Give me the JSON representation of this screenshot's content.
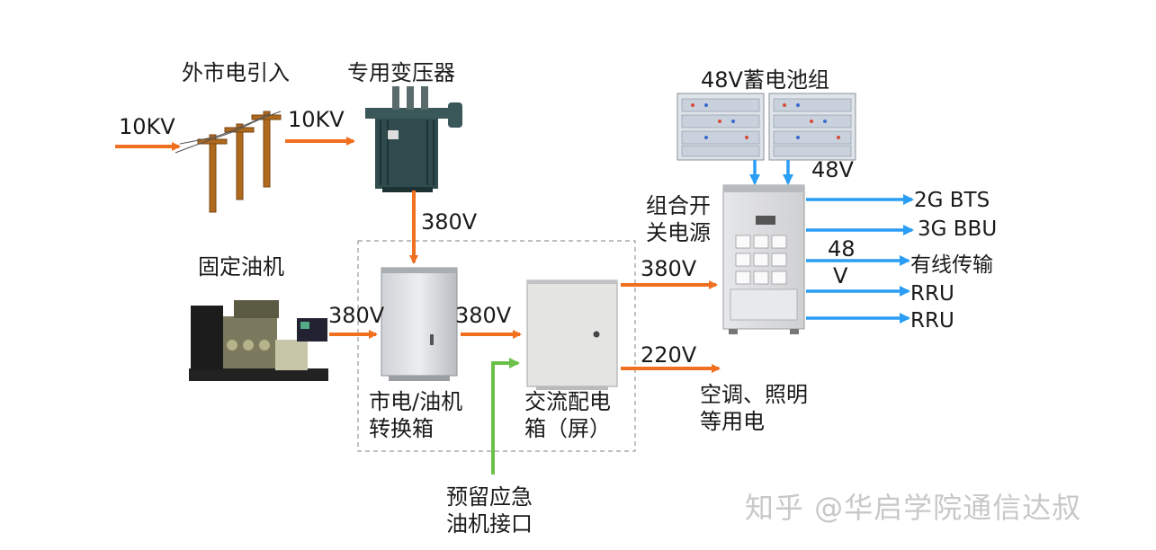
{
  "title": "",
  "colors": {
    "power_arrow": "#f07020",
    "dc_arrow": "#2a9df4",
    "emergency_arrow": "#6cc04a",
    "dashed_box": "#999999"
  },
  "nodes": {
    "utility_in": "外市电引入",
    "transformer": "专用变压器",
    "battery": "48V蓄电池组",
    "rectifier_line1": "组合开",
    "rectifier_line2": "关电源",
    "generator": "固定油机",
    "switch_box_line1": "市电/油机",
    "switch_box_line2": "转换箱",
    "ac_box_line1": "交流配电",
    "ac_box_line2": "箱（屏）",
    "emergency_line1": "预留应急",
    "emergency_line2": "油机接口",
    "ac_load_line1": "空调、照明",
    "ac_load_line2": "等用电"
  },
  "edges": {
    "in_10kv": "10KV",
    "pole_to_transformer": "10KV",
    "transformer_down": "380V",
    "generator_out": "380V",
    "switch_to_ac": "380V",
    "ac_to_rectifier": "380V",
    "ac_to_loads": "220V",
    "battery_dc": "48V",
    "rectifier_dc_a": "48",
    "rectifier_dc_b": "V"
  },
  "outputs": [
    "2G BTS",
    "3G BBU",
    "有线传输",
    "RRU",
    "RRU"
  ],
  "watermark": "知乎 @华启学院通信达叔",
  "icons": [
    "utility-pole-icon",
    "transformer-icon",
    "battery-rack-icon",
    "rectifier-cabinet-icon",
    "diesel-generator-icon",
    "switch-cabinet-icon",
    "ac-panel-icon"
  ]
}
